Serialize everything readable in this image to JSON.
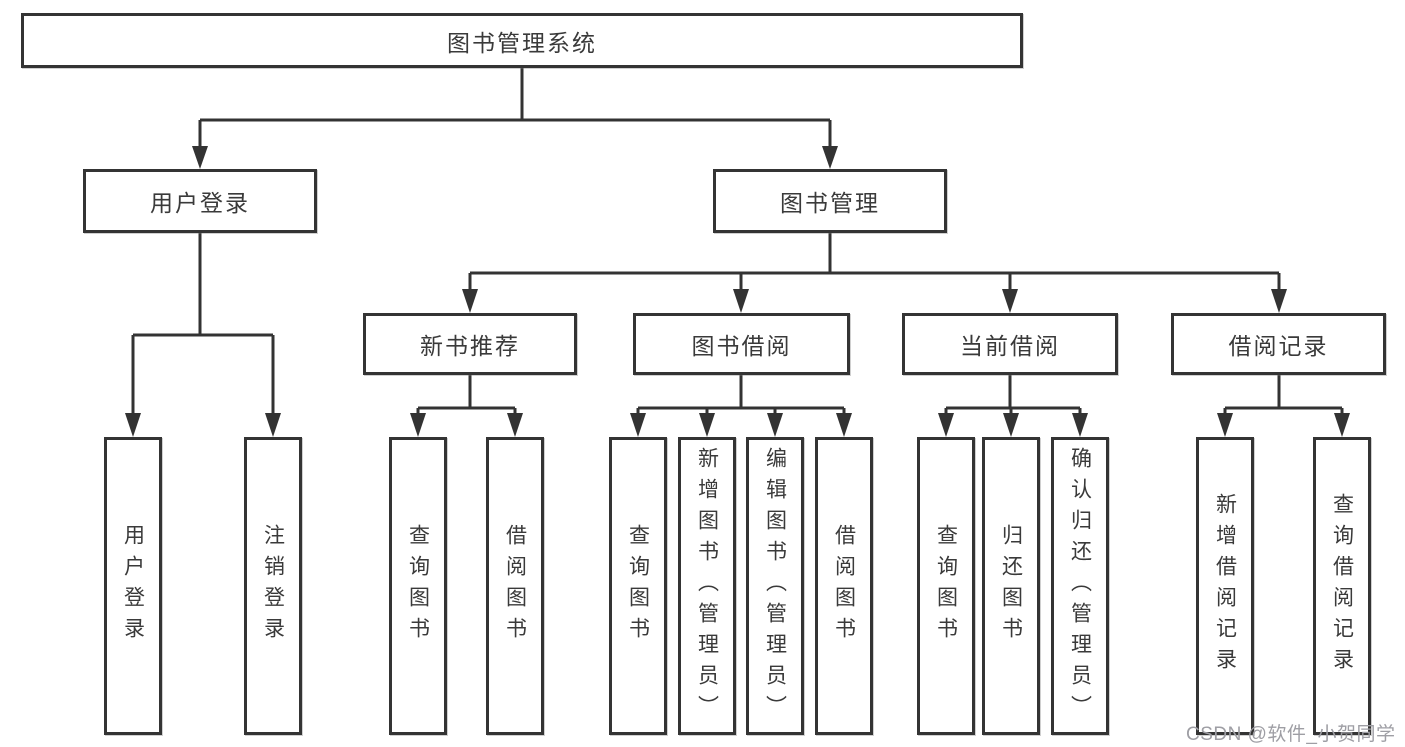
{
  "diagram": {
    "root": {
      "label": "图书管理系统"
    },
    "level2": [
      {
        "label": "用户登录"
      },
      {
        "label": "图书管理"
      }
    ],
    "level3": [
      {
        "label": "新书推荐"
      },
      {
        "label": "图书借阅"
      },
      {
        "label": "当前借阅"
      },
      {
        "label": "借阅记录"
      }
    ],
    "leaves": [
      "用户登录",
      "注销登录",
      "查询图书",
      "借阅图书",
      "查询图书",
      "新增图书（管理员）",
      "编辑图书（管理员）",
      "借阅图书",
      "查询图书",
      "归还图书",
      "确认归还（管理员）",
      "新增借阅记录",
      "查询借阅记录"
    ]
  },
  "watermark": {
    "text": "CSDN @软件_小贺同学"
  },
  "colors": {
    "line": "#333333",
    "text": "#3a3a3a",
    "background": "#ffffff",
    "watermark": "#9e9ea4"
  }
}
